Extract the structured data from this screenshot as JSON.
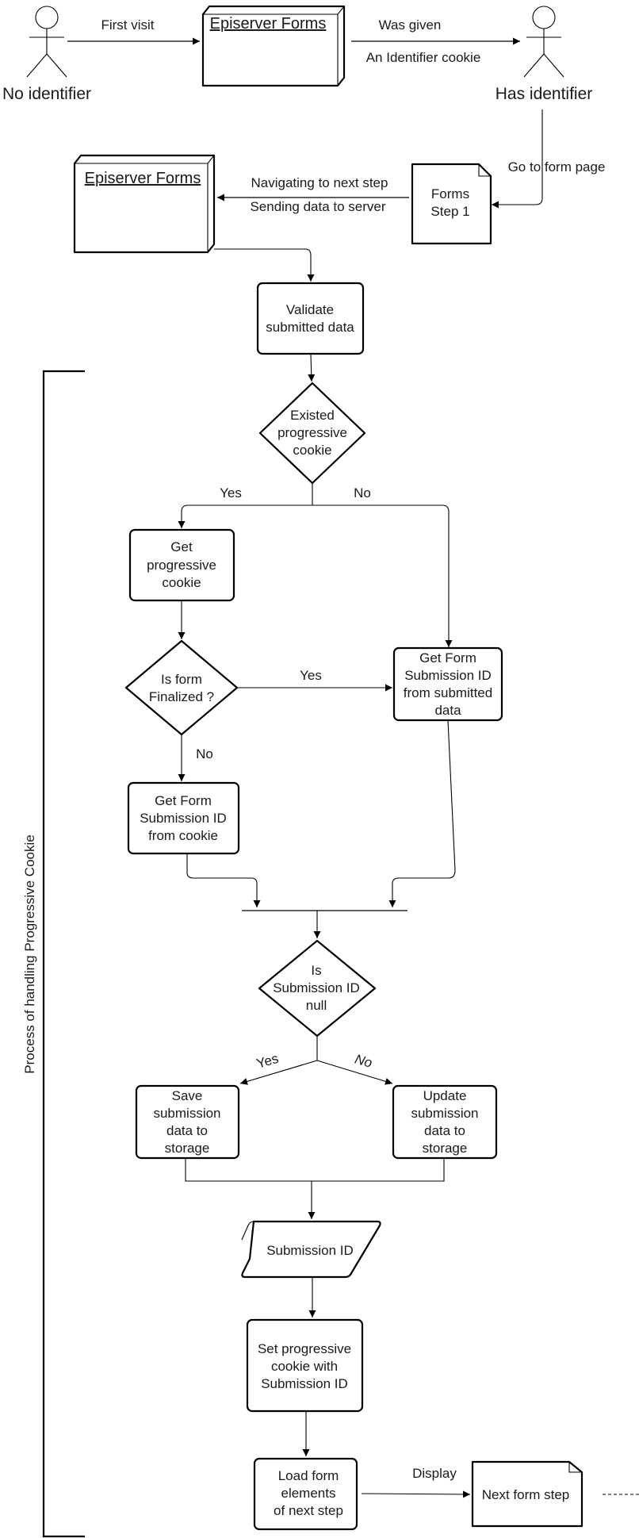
{
  "actors": {
    "no_identifier": "No identifier",
    "has_identifier": "Has identifier"
  },
  "forms_box_top": "Episerver Forms",
  "forms_box_mid": "Episerver Forms",
  "edges": {
    "first_visit": "First visit",
    "was_given": "Was given",
    "an_identifier_cookie": "An Identifier cookie",
    "go_to_form_page": "Go to form page",
    "navigating": "Navigating to next step",
    "sending": "Sending data to server",
    "yes_existed": "Yes",
    "no_existed": "No",
    "yes_finalized": "Yes",
    "no_finalized": "No",
    "yes_null": "Yes",
    "no_null": "No",
    "display": "Display"
  },
  "nodes": {
    "forms_step1": [
      "Forms",
      "Step 1"
    ],
    "validate": [
      "Validate",
      "submitted data"
    ],
    "existed_cookie": [
      "Existed",
      "progressive",
      "cookie"
    ],
    "get_progressive_cookie": [
      "Get",
      "progressive",
      "cookie"
    ],
    "is_form_finalized": [
      "Is form",
      "Finalized ?"
    ],
    "get_id_from_submitted": [
      "Get Form",
      "Submission ID",
      "from submitted",
      "data"
    ],
    "get_id_from_cookie": [
      "Get Form",
      "Submission ID",
      "from cookie"
    ],
    "is_submission_null": [
      "Is",
      "Submission ID",
      "null"
    ],
    "save_submission": [
      "Save",
      "submission",
      "data to",
      "storage"
    ],
    "update_submission": [
      "Update",
      "submission",
      "data to",
      "storage"
    ],
    "submission_id": "Submission ID",
    "set_cookie": [
      "Set progressive",
      "cookie with",
      "Submission ID"
    ],
    "load_elements": [
      "Load form",
      "elements",
      "of next step"
    ],
    "next_form_step": "Next form step"
  },
  "bracket_label": "Process of handling Progressive Cookie"
}
